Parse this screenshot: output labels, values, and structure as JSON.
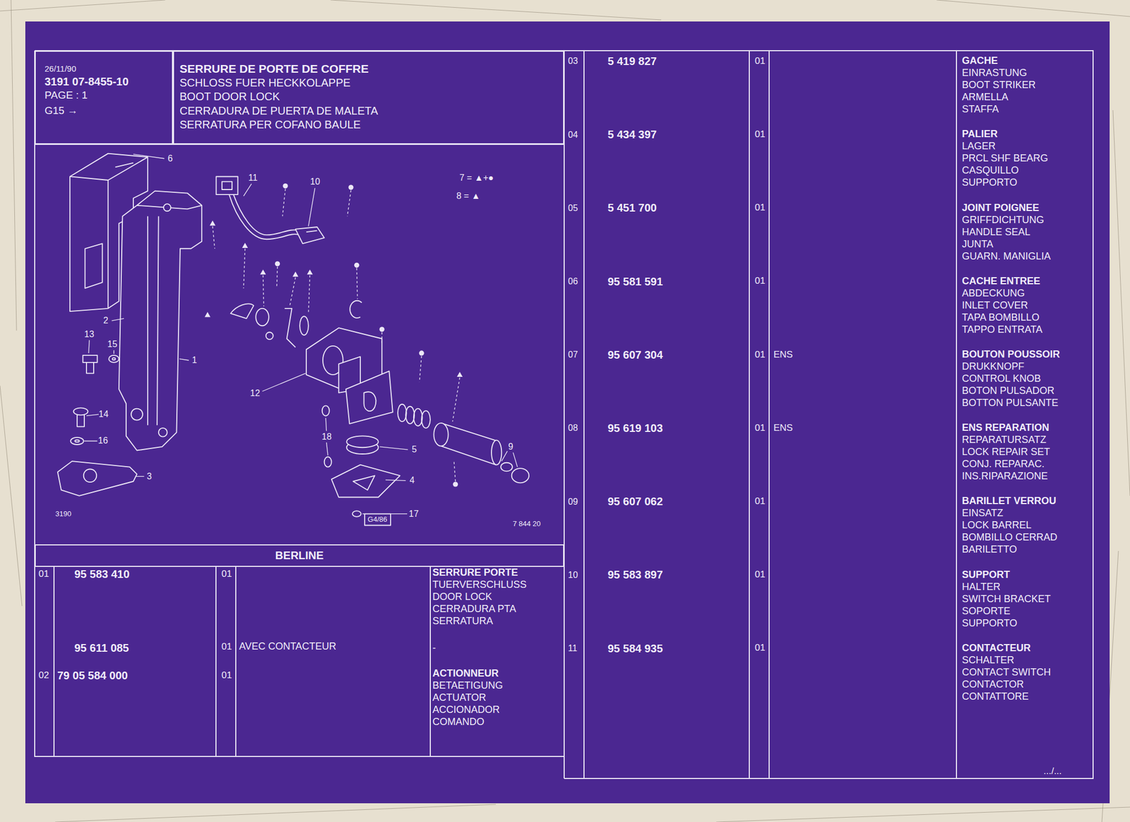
{
  "diagram": {
    "nodes": [
      {
        "text": [
          "26/11/90",
          "3191 07-8455-10",
          "PAGE : 1",
          "G15 →"
        ]
      },
      {
        "text": [
          "SERRURE DE PORTE DE COFFRE",
          "SCHLOSS FUER HECKKOLAPPE",
          "BOOT DOOR LOCK",
          "CERRADURA DE PUERTA DE MALETA",
          "SERRATURA PER COFANO BAULE"
        ]
      },
      {
        "text": [
          "BERLINE"
        ]
      }
    ],
    "labels": [
      "6",
      "11",
      "10",
      "7 = ▲+●",
      "8 = ▲",
      "2",
      "1",
      "13",
      "15",
      "12",
      "14",
      "16",
      "3",
      "18",
      "5",
      "4",
      "9",
      "17",
      "3190",
      "G4/86",
      "7 844 20",
      "01",
      "95 583 410",
      "01",
      "SERRURE PORTE",
      "TUERVERSCHLUSS",
      "DOOR LOCK",
      "CERRADURA PTA",
      "SERRATURA",
      "95 611 085",
      "01",
      "AVEC CONTACTEUR",
      "-",
      "02",
      "79 05 584 000",
      "01",
      "ACTIONNEUR",
      "BETAETIGUNG",
      "ACTUATOR",
      "ACCIONADOR",
      "COMANDO",
      "03",
      "5 419 827",
      "01",
      "GACHE",
      "EINRASTUNG",
      "BOOT STRIKER",
      "ARMELLA",
      "STAFFA",
      "04",
      "5 434 397",
      "01",
      "PALIER",
      "LAGER",
      "PRCL SHF BEARG",
      "CASQUILLO",
      "SUPPORTO",
      "05",
      "5 451 700",
      "01",
      "JOINT POIGNEE",
      "GRIFFDICHTUNG",
      "HANDLE SEAL",
      "JUNTA",
      "GUARN. MANIGLIA",
      "06",
      "95 581 591",
      "01",
      "CACHE ENTREE",
      "ABDECKUNG",
      "INLET COVER",
      "TAPA BOMBILLO",
      "TAPPO ENTRATA",
      "07",
      "95 607 304",
      "01",
      "ENS",
      "BOUTON POUSSOIR",
      "DRUKKNOPF",
      "CONTROL KNOB",
      "BOTON PULSADOR",
      "BOTTON PULSANTE",
      "08",
      "95 619 103",
      "01",
      "ENS",
      "ENS REPARATION",
      "REPARATURSATZ",
      "LOCK REPAIR SET",
      "CONJ. REPARAC.",
      "INS.RIPARAZIONE",
      "09",
      "95 607 062",
      "01",
      "BARILLET VERROU",
      "EINSATZ",
      "LOCK BARREL",
      "BOMBILLO CERRAD",
      "BARILETTO",
      "10",
      "95 583 897",
      "01",
      "SUPPORT",
      "HALTER",
      "SWITCH BRACKET",
      "SOPORTE",
      "SUPPORTO",
      "11",
      "95 584 935",
      "01",
      "CONTACTEUR",
      "SCHALTER",
      "CONTACT SWITCH",
      "CONTACTOR",
      "CONTATTORE",
      ".../..."
    ]
  }
}
